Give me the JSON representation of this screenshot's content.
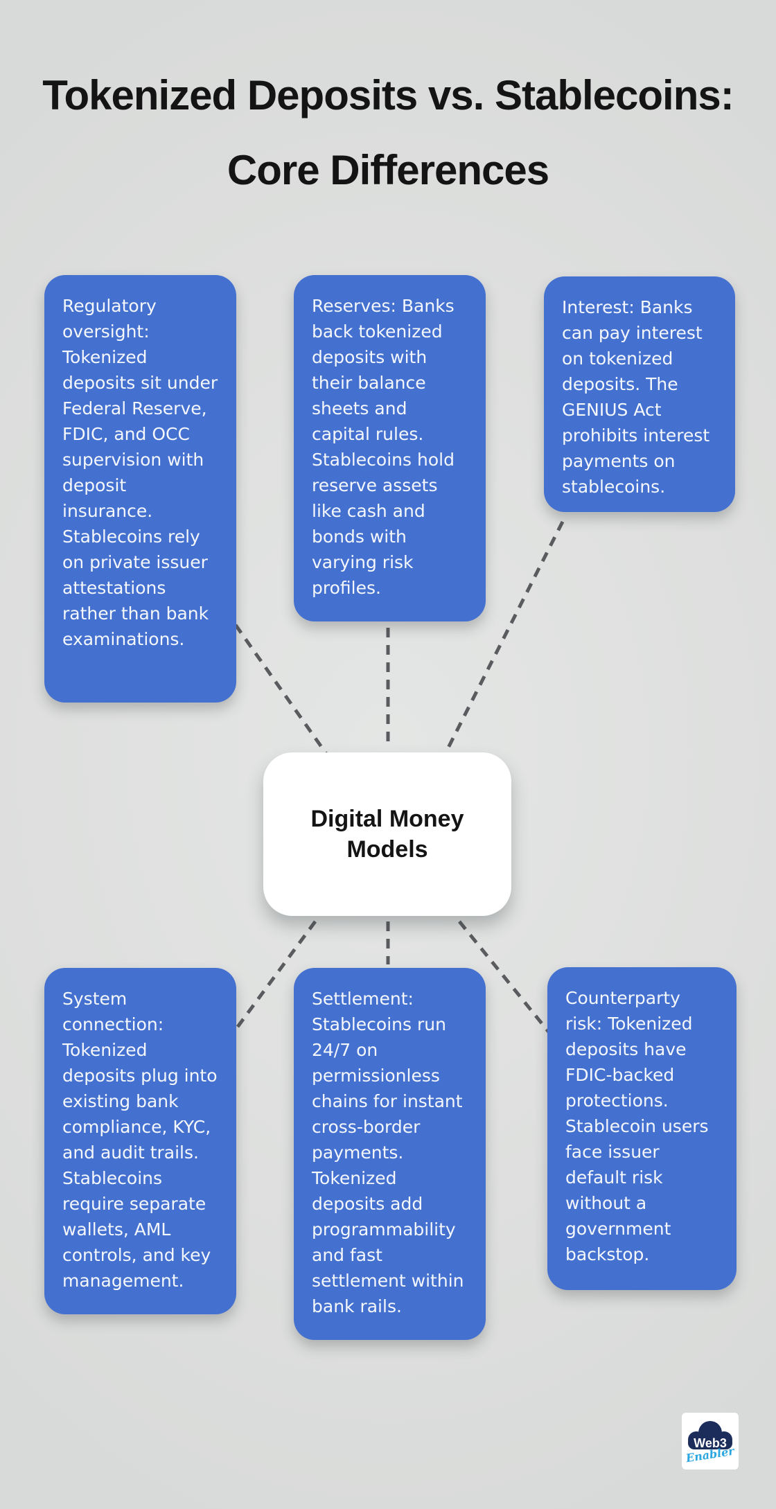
{
  "title": "Tokenized Deposits vs. Stablecoins: Core Differences",
  "center_label": "Digital Money Models",
  "cards": [
    {
      "id": "regulatory-oversight",
      "text": "Regulatory oversight: Tokenized deposits sit under Federal Reserve, FDIC, and OCC supervision with deposit insurance. Stablecoins rely on private issuer attestations rather than bank examinations."
    },
    {
      "id": "reserves",
      "text": "Reserves: Banks back tokenized deposits with their balance sheets and capital rules. Stablecoins hold reserve assets like cash and bonds with varying risk profiles."
    },
    {
      "id": "interest",
      "text": "Interest: Banks can pay interest on tokenized deposits. The GENIUS Act prohibits interest payments on stablecoins."
    },
    {
      "id": "system-connection",
      "text": "System connection: Tokenized deposits plug into existing bank compliance, KYC, and audit trails. Stablecoins require separate wallets, AML controls, and key management."
    },
    {
      "id": "settlement",
      "text": "Settlement: Stablecoins run 24/7 on permissionless chains for instant cross-border payments. Tokenized deposits add programmability and fast settlement within bank rails."
    },
    {
      "id": "counterparty-risk",
      "text": "Counterparty risk: Tokenized deposits have FDIC-backed protections. Stablecoin users face issuer default risk without a government backstop."
    }
  ],
  "logo": {
    "line1": "Web3",
    "line2": "Enabler"
  },
  "colors": {
    "card-blue": "#4470d0",
    "card-text": "#f4f7fb",
    "bg-center": "#e4e6e5",
    "bg-main": "#dedfde",
    "bg-edge": "#d8dad9",
    "dash": "#595b5e",
    "title-text": "#141414",
    "node-bg": "#ffffff",
    "logo-navy": "#1c2d5c",
    "logo-light-blue": "#2ca6e0"
  }
}
